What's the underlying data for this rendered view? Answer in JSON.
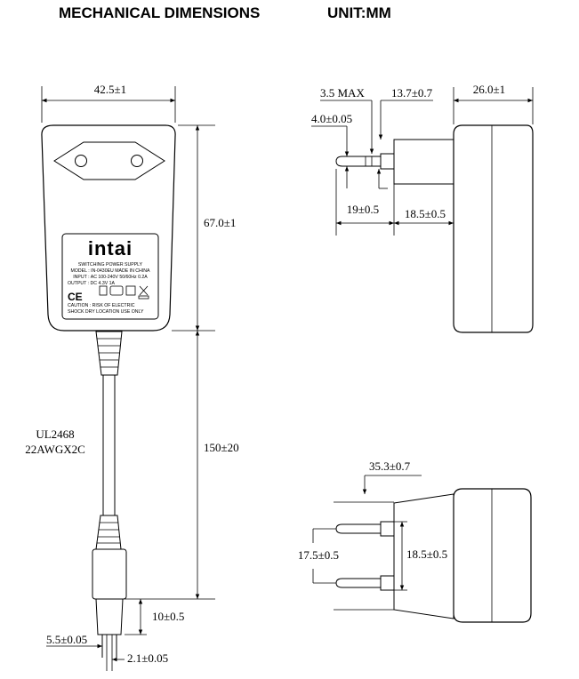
{
  "header": {
    "title": "MECHANICAL DIMENSIONS",
    "unit": "UNIT:MM"
  },
  "front_view": {
    "width_dim": "42.5±1",
    "height_dim": "67.0±1",
    "cable_length_dim": "150±20",
    "cable_spec_line1": "UL2468",
    "cable_spec_line2": "22AWGX2C",
    "tip_length_dim": "10±0.5",
    "tip_outer_dim": "5.5±0.05",
    "tip_inner_dim": "2.1±0.05",
    "label": {
      "brand": "intai",
      "line1": "SWITCHING POWER SUPPLY",
      "line2": "MODEL : IN-0430EU    MADE IN CHINA",
      "line3": "INPUT : AC 100-240V 50/60Hz 0.2A",
      "line4": "OUTPUT : DC 4.3V 1A",
      "ce": "CE",
      "caution1": "CAUTION : RISK OF ELECTRIC",
      "caution2": "SHOCK DRY LOCATION USE ONLY"
    }
  },
  "side_view": {
    "depth_dim": "26.0±1",
    "pin_offset_dim": "3.5 MAX",
    "pin_shoulder_dim": "13.7±0.7",
    "pin_dia_dim": "4.0±0.05",
    "pin_length_dim": "19±0.5",
    "base_length_dim": "18.5±0.5"
  },
  "top_view": {
    "width_dim": "35.3±0.7",
    "pin_spacing_dim": "17.5±0.5",
    "base_dim": "18.5±0.5"
  }
}
